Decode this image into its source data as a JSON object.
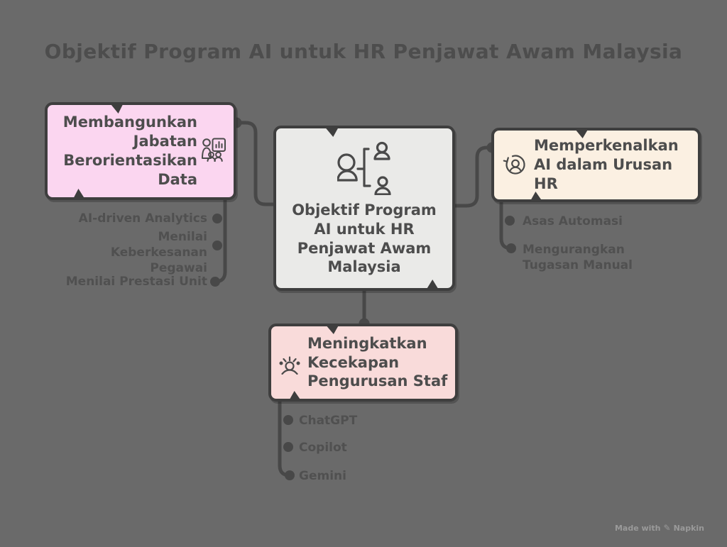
{
  "title": "Objektif Program AI untuk HR Penjawat Awam Malaysia",
  "colors": {
    "background": "#6a6a6a",
    "box_border": "#3e3e3e",
    "connector": "#484848",
    "node_text": "#4d4d4d",
    "sub_label_text": "#505050",
    "center_fill": "#eaeae8",
    "left_fill": "#fbd6f0",
    "right_fill": "#fbf0e2",
    "bottom_fill": "#f9dbda",
    "watermark_text": "#9a9a9a"
  },
  "center_node": {
    "icon": "people-hierarchy-icon",
    "label": "Objektif Program AI untuk HR Penjawat Awam Malaysia",
    "lines": [
      "Objektif Program",
      "AI untuk HR",
      "Penjawat Awam",
      "Malaysia"
    ]
  },
  "left_branch": {
    "icon": "presentation-analytics-icon",
    "label": "Membangunkan Jabatan Berorientasikan Data",
    "lines": [
      "Membangunkan",
      "Jabatan",
      "Berorientasikan",
      "Data"
    ],
    "items": [
      "AI-driven Analytics",
      "Menilai Keberkesanan Pegawai",
      "Menilai Prestasi Unit"
    ]
  },
  "right_branch": {
    "icon": "person-automation-icon",
    "label": "Memperkenalkan AI dalam Urusan HR",
    "lines": [
      "Memperkenalkan",
      "AI dalam Urusan",
      "HR"
    ],
    "items": [
      "Asas Automasi",
      "Mengurangkan Tugasan Manual"
    ]
  },
  "bottom_branch": {
    "icon": "person-spark-icon",
    "label": "Meningkatkan Kecekapan Pengurusan Staf",
    "lines": [
      "Meningkatkan",
      "Kecekapan",
      "Pengurusan Staf"
    ],
    "items": [
      "ChatGPT",
      "Copilot",
      "Gemini"
    ]
  },
  "watermark": {
    "prefix": "Made with",
    "icon": "pen-icon",
    "brand": "Napkin"
  }
}
